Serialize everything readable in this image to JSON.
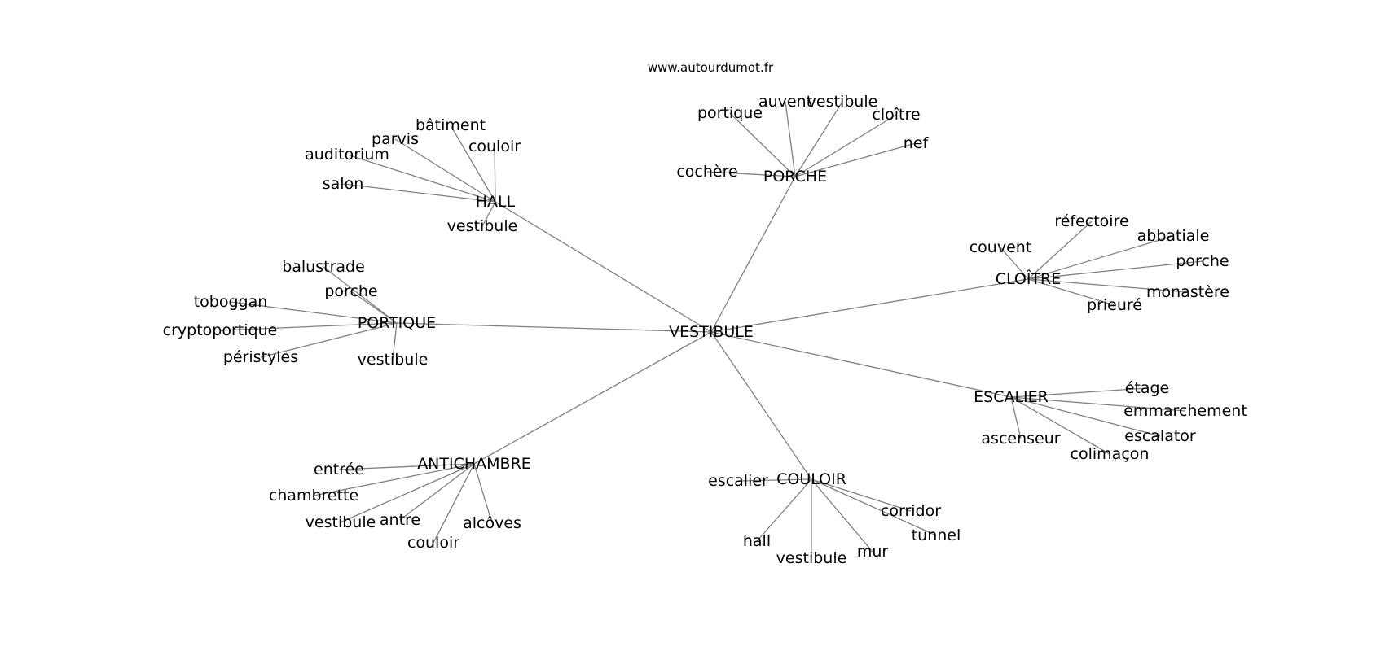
{
  "source": "www.autourdumot.fr",
  "center": "VESTIBULE",
  "clusters": [
    {
      "hub": "HALL",
      "leaves": [
        "bâtiment",
        "parvis",
        "couloir",
        "auditorium",
        "salon",
        "vestibule"
      ]
    },
    {
      "hub": "PORCHE",
      "leaves": [
        "portique",
        "auvent",
        "vestibule",
        "cloître",
        "nef",
        "cochère"
      ]
    },
    {
      "hub": "CLOÎTRE",
      "leaves": [
        "réfectoire",
        "abbatiale",
        "couvent",
        "porche",
        "monastère",
        "prieuré"
      ]
    },
    {
      "hub": "PORTIQUE",
      "leaves": [
        "balustrade",
        "porche",
        "toboggan",
        "cryptoportique",
        "péristyles",
        "vestibule"
      ]
    },
    {
      "hub": "ESCALIER",
      "leaves": [
        "étage",
        "emmarchement",
        "escalator",
        "ascenseur",
        "colimaçon"
      ]
    },
    {
      "hub": "ANTICHAMBRE",
      "leaves": [
        "entrée",
        "chambrette",
        "vestibule",
        "antre",
        "alcôves",
        "couloir"
      ]
    },
    {
      "hub": "COULOIR",
      "leaves": [
        "escalier",
        "corridor",
        "tunnel",
        "hall",
        "vestibule",
        "mur"
      ]
    }
  ]
}
